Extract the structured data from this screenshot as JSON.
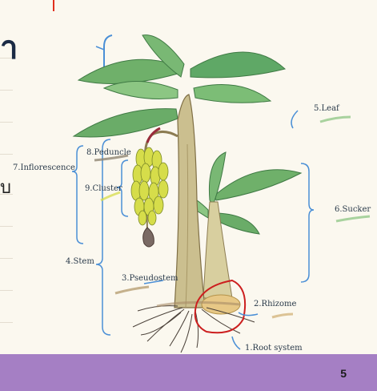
{
  "slide": {
    "title_fragment": "า",
    "thai_fragment": "บ",
    "page_number": "5"
  },
  "labels": {
    "leaf": "5.Leaf",
    "peduncle": "8.Peduncle",
    "inflorescence": "7.Inflorescence",
    "cluster": "9.Cluster",
    "sucker": "6.Sucker",
    "stem": "4.Stem",
    "pseudostem": "3.Pseudostem",
    "rhizome": "2.Rhizome",
    "root_system": "1.Root system"
  },
  "colors": {
    "footer": "#a57fc4",
    "bracket": "#4a8fd6",
    "leaf_green": "#5fa866",
    "stem_tan": "#cbbf8f",
    "banana_yellow": "#d6dd4a",
    "circle_red": "#cc1f1f",
    "title_navy": "#1b2b45"
  }
}
